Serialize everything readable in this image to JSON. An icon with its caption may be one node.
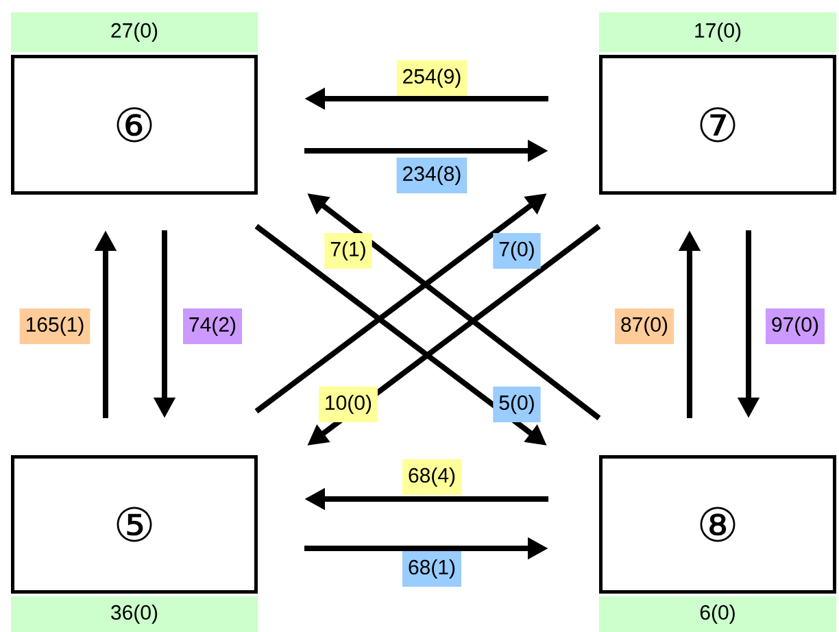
{
  "diagram": {
    "nodes": [
      {
        "text": [
          "⑥"
        ],
        "beside": [
          "27(0)"
        ]
      },
      {
        "text": [
          "⑦"
        ],
        "beside": [
          "17(0)"
        ]
      },
      {
        "text": [
          "⑤"
        ],
        "beside": [
          "36(0)"
        ]
      },
      {
        "text": [
          "⑧"
        ],
        "beside": [
          "6(0)"
        ]
      }
    ],
    "edges": [
      {
        "from": 1,
        "to": 0,
        "arrow": "to",
        "label": "254(9)"
      },
      {
        "from": 0,
        "to": 1,
        "arrow": "to",
        "label": "234(8)"
      },
      {
        "from": 2,
        "to": 0,
        "arrow": "to",
        "label": "165(1)"
      },
      {
        "from": 0,
        "to": 2,
        "arrow": "to",
        "label": "74(2)"
      },
      {
        "from": 3,
        "to": 1,
        "arrow": "to",
        "label": "87(0)"
      },
      {
        "from": 1,
        "to": 3,
        "arrow": "to",
        "label": "97(0)"
      },
      {
        "from": 3,
        "to": 2,
        "arrow": "to",
        "label": "68(4)"
      },
      {
        "from": 2,
        "to": 3,
        "arrow": "to",
        "label": "68(1)"
      },
      {
        "from": 3,
        "to": 0,
        "arrow": "to",
        "label": "7(1)"
      },
      {
        "from": 2,
        "to": 1,
        "arrow": "to",
        "label": "7(0)"
      },
      {
        "from": 1,
        "to": 2,
        "arrow": "to",
        "label": "10(0)"
      },
      {
        "from": 0,
        "to": 3,
        "arrow": "to",
        "label": "5(0)"
      }
    ]
  }
}
